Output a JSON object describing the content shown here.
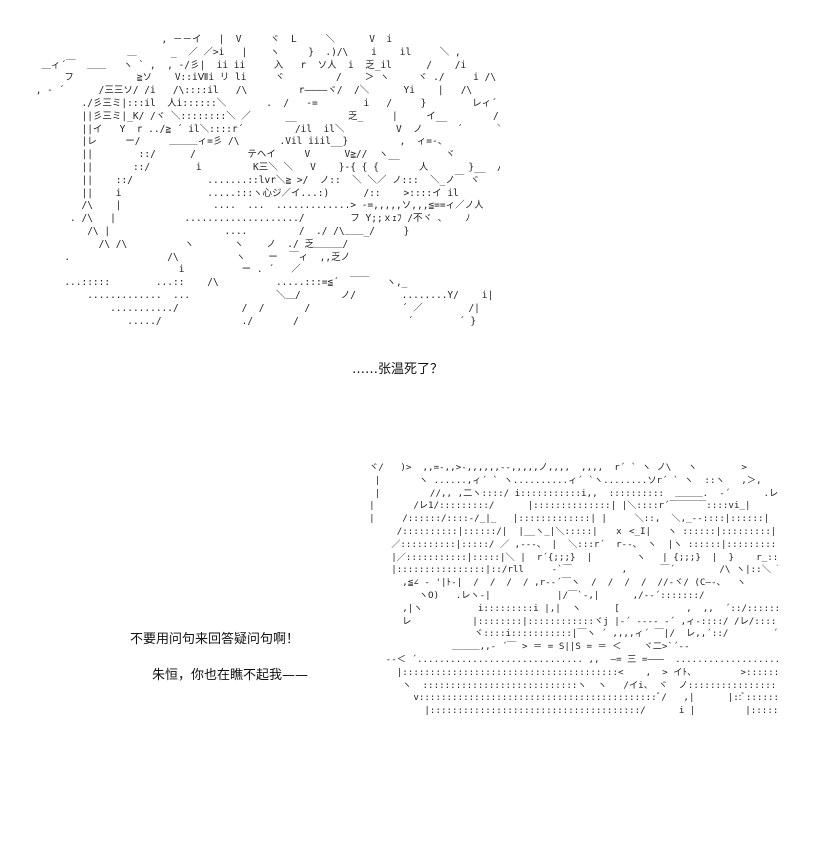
{
  "art": {
    "top": [
      "                       , －－イ   |  V     ヾ  L     ＼      V  i",
      "                 ＿      _  ／ ／>i   |    ヽ     }  .)/\\    i    il     ＼ ,",
      "  ＿ィ´￣  ＿＿   ヽ ` ,  , -/彡|  ii ii     入   r  ソ人  i  乏_il      /    /i",
      "      フ           ≧ソ    V::iⅦi リ li     ヾ         /    ＞ ヽ     ヾ ./     i /\\",
      " , - ´      /三三ソ/ /i   /\\::::il   /\\         r――――ヾ/  /＼      Yi    |   /\\",
      "         ./彡三ミ|:::il  人i::::::＼       .  /   -=        i   /     }        レィ´     }",
      "         ||彡三ミ|_K/ /ヾ ＼::::::::＼ ／      __         乏_     |     イ__        /",
      "         ||イ   Y  r ../≧ ´ il＼::::r´         /il  il＼         V  ノ      ´      ＼il",
      "         |レ     ー/     ＿＿＿ィ=彡 /\\       .Vil iiil__}         ,  ィ=-、          }",
      "         ||        ::/      /         テヘイ     V      V≧//  ヽ__        ヾ        Y         /",
      "         ||       ::/        i         K三＼ ＼   V    }-{ { {       人       }__  /=＝-´",
      "         ||    ::/             .......::lvr＼≧ >/  ノ::  ＼ ＼／ ノ:::  ＼_ノ￣ ヾ",
      "         ||    i               .....:::ヽ心ジ／イ...:)      /::    >::::イ il        )",
      "         /\\    |                ....  ...  .............> -=,,,,,ソ,,,≦==ィ／ノ人   ノ      /",
      "       . /\\   |            ..................../        フ Y;;ｘｪﾌ /不ヾ ､    ﾉ",
      "          /\\ |                    ....         /  ./ /\\＿＿_/     }",
      "            /\\ /\\          ヽ       ヽ    ノ  ./ 乏＿＿＿/",
      "      .                 /\\          ヽ    ー  ￣ィ  ,,乏ノ",
      "                          i          ー . ´   ／",
      "      ...:::::        ...::    /\\          .....:::=≦´  ￣￣   ヽ,_",
      "          .............  ...               ＼＿/       ノ/        ........Y/    i|",
      "              .........../           /  /       /                ´ ／        /|",
      "                 ...../              ./       /                   ´        ´ }"
    ],
    "bottom": [
      "  ヾ/   )>  ,,=-,,>-,,,,,,--,,,,,ノ,,,,  ,,,,  r´ ` ヽ ノ\\   ヽ        >",
      "   |       ヽ ......,ィ´ ` ヽ..........ィ´ `ヽ........ソr´ ` ヽ  ::ヽ   ,＞,     フ",
      "   |         //,, ,二ヽ::::/ i:::::::::::i,,  ::::::::::  ＿＿＿.  -´      .レ´         ヾ",
      "  |       /レ1/:::::::::/      |::::::::::::::| |＼::::r´￣￣￣￣::::vi_|",
      "  |     /::::::/::::-/_|_   |:::::::::::::| |     ＼::,  ＼,_--::::|::::::|          ´",
      "       /::::::::::|::::::/|  |__ヽ_|＼:::::|   ｘ <_I|   ヽ ::::::|:::::::::|",
      "      ／::::::::::|:::::/ ／ ,---、 |  ＼:::r´  r--、 ヽ  |ヽ ::::::|::::::::::|",
      "      |／:::::::::::|:::::|＼ |  r´{;;;}  |        ヽ   | {;;;}  |  }    r_::::|....:::::::::＼",
      "      |::::::::::::::::|::/rll     -`￣         ,      ￣´        /\\ ヽ|::＼ ＼::::::::＼",
      "        ,≦∠ - '|ﾄ-|  /  /  /  / ,r--´￣ヽ  /  /  /  /  //-ヾ/ (C―-、  ヽ",
      "           ヽO)   .レヽ-|            |/￣`-,|      ,/--´:::::::/",
      "        ,|ヽ          i:::::::::i |,|  ヽ      [            ,  ,,  ´::/:::::::::/",
      "        レ           |::::::::|::::::::::::ヾj |-´ ---- -´ ,ィ-::::/ /レ/:::::::/     /       ＼",
      "                     ヾ::::i:::::::::::|￣ヽ ´ ,,,,ィ´ ￣|/  レ,,´::/        ´",
      "                 ＿＿＿,,- ´￣ > ＝ = S||S = ＝ ＜    ヾ二>`´--",
      "     --＜ ´.............................. ,,  ―= 三 =―――  ..................................  ` ヽ",
      "       |:::::::::::::::::::::::::::::::::::::::<    ,  > イﾄ、        >:::::::::::::::::::::::::::::::::::::::::::::::",
      "        ヽ  ::::::::::::::::::::::::::::ヽ  ヽ   /イi、 ヾ  ノ:::::::::::::::::::::::::::::::::::::::::::::::/     |",
      "          v:::::::::::::::::::::::::::::::::::::::::::ﾞ/   ,|      |::ﾞ::::::::::::::::::::::::::::::::::::::::::::::::/       =＝",
      "            |::::::::::::::::::::::::::::::::::::::/      i |         |:::::::::::::::::::::::::::::::::::::::::::::::/"
    ]
  },
  "dialogue": {
    "line1": "……张温死了？",
    "line2": "不要用问句来回答疑问句啊！",
    "line3": "朱恒，你也在瞧不起我——"
  }
}
